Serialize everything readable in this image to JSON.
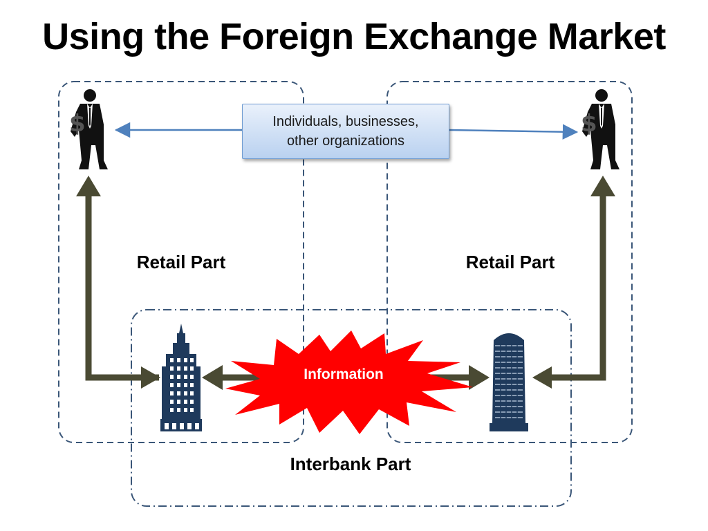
{
  "title": "Using the Foreign Exchange Market",
  "callout": {
    "line1": "Individuals, businesses,",
    "line2": "other organizations"
  },
  "labels": {
    "retail_left": "Retail Part",
    "retail_right": "Retail Part",
    "interbank": "Interbank Part",
    "information": "Information"
  },
  "colors": {
    "dashed_border": "#3a5678",
    "thin_arrow": "#4f81bd",
    "thick_arrow": "#4a4a33",
    "burst_fill": "#ff0000",
    "building": "#1f3a5c"
  },
  "icons": {
    "person": "businessman-with-money-sign-icon",
    "bank_left": "skyscraper-tower-icon",
    "bank_right": "office-building-icon",
    "burst": "explosion-burst-icon"
  }
}
